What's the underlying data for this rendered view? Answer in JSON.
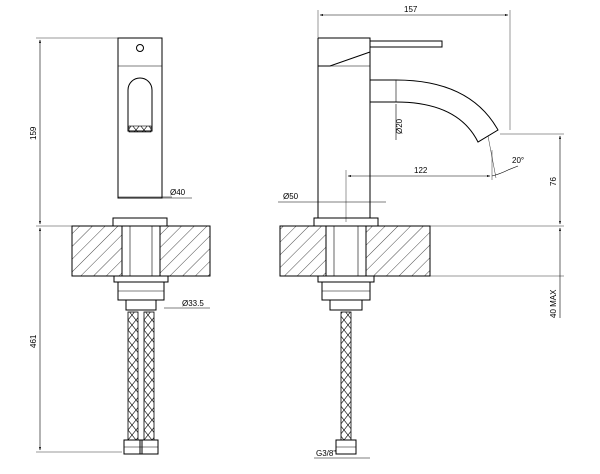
{
  "dimensions": {
    "front_height": "159",
    "front_total_height": "461",
    "body_diameter": "40",
    "hose_diameter": "33.5",
    "side_width": "157",
    "base_diameter": "50",
    "spout_diameter": "20",
    "spout_reach": "122",
    "spout_angle": "20°",
    "spout_height": "76",
    "deck_thickness": "40 MAX",
    "connection_thread": "G3/8\""
  },
  "symbols": {
    "diameter": "Ø"
  }
}
